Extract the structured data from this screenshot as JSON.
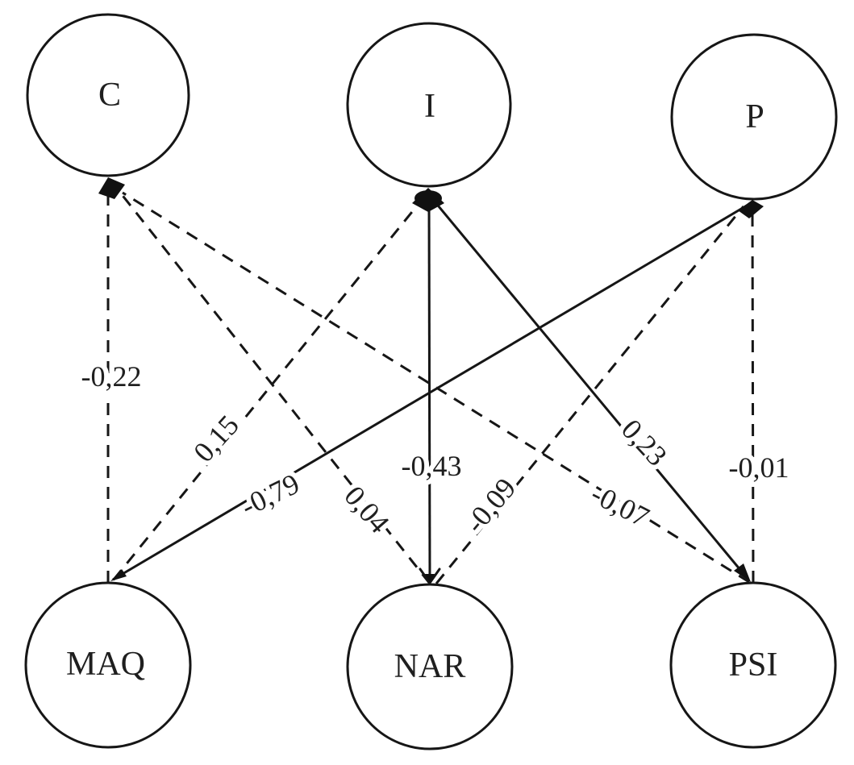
{
  "diagram": {
    "type": "structural-path-model",
    "nodes": [
      {
        "id": "C",
        "label": "C",
        "row": "top"
      },
      {
        "id": "I",
        "label": "I",
        "row": "top"
      },
      {
        "id": "P",
        "label": "P",
        "row": "top"
      },
      {
        "id": "MAQ",
        "label": "MAQ",
        "row": "bottom"
      },
      {
        "id": "NAR",
        "label": "NAR",
        "row": "bottom"
      },
      {
        "id": "PSI",
        "label": "PSI",
        "row": "bottom"
      }
    ],
    "edges": [
      {
        "from": "MAQ",
        "to": "C",
        "label": "-0,22",
        "style": "dashed"
      },
      {
        "from": "MAQ",
        "to": "I",
        "label": "0,15",
        "style": "dashed"
      },
      {
        "from": "NAR",
        "to": "C",
        "label": "0,04",
        "style": "dashed"
      },
      {
        "from": "NAR",
        "to": "P",
        "label": "-0,09",
        "style": "dashed"
      },
      {
        "from": "PSI",
        "to": "C",
        "label": "-0,07",
        "style": "dashed"
      },
      {
        "from": "PSI",
        "to": "P",
        "label": "-0,01",
        "style": "dashed"
      },
      {
        "from": "P",
        "to": "MAQ",
        "label": "-0,79",
        "style": "solid"
      },
      {
        "from": "I",
        "to": "NAR",
        "label": "-0,43",
        "style": "solid"
      },
      {
        "from": "I",
        "to": "PSI",
        "label": "0,23",
        "style": "solid"
      }
    ],
    "colors": {
      "line": "#161616",
      "text": "#1f1f1f",
      "background": "#ffffff"
    }
  }
}
